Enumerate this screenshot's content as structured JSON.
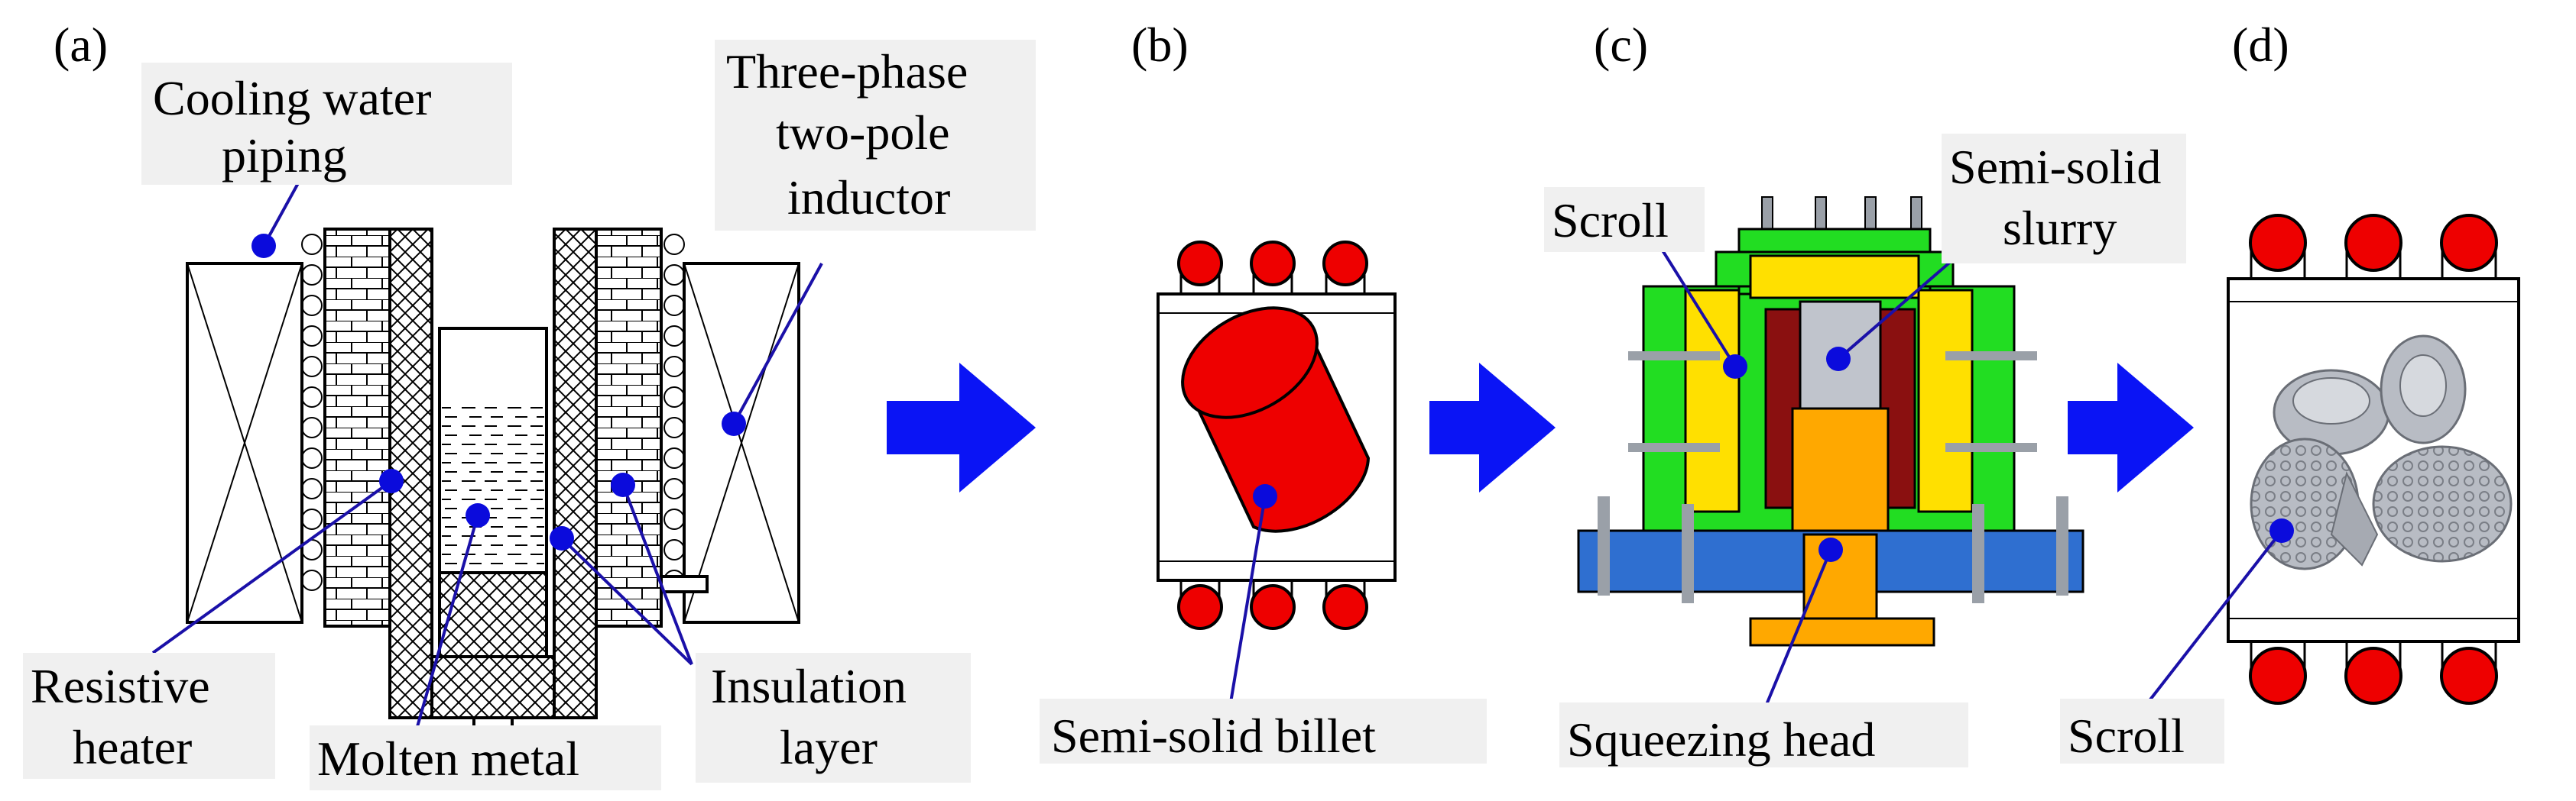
{
  "panels": {
    "a": "(a)",
    "b": "(b)",
    "c": "(c)",
    "d": "(d)"
  },
  "labels": {
    "cooling_water_piping": [
      "Cooling water",
      "piping"
    ],
    "inductor": [
      "Three-phase",
      "two-pole",
      "inductor"
    ],
    "resistive_heater": [
      "Resistive",
      "heater"
    ],
    "molten_metal": "Molten metal",
    "insulation_layer": [
      "Insulation",
      "layer"
    ],
    "semi_solid_billet": "Semi-solid billet",
    "scroll_c": "Scroll",
    "semi_solid_slurry": [
      "Semi-solid",
      "slurry"
    ],
    "squeezing_head": "Squeezing head",
    "scroll_d": "Scroll"
  },
  "colors": {
    "arrow": "#0a14f5",
    "leader": "#1a10a8",
    "dot": "#0b0bdc",
    "billet": "#ee0000",
    "roller": "#ee0000",
    "die_green": "#22dd22",
    "die_yellow": "#ffe000",
    "scroll_dark": "#8a1010",
    "slurry": "#c0c4cc",
    "squeeze": "#ffa800",
    "platen": "#2f6fd0",
    "scroll_metal": "#b8bcc4"
  },
  "icons": [
    "process-arrow-icon",
    "cylinder-billet-icon",
    "roller-icon",
    "scroll-part-icon"
  ]
}
